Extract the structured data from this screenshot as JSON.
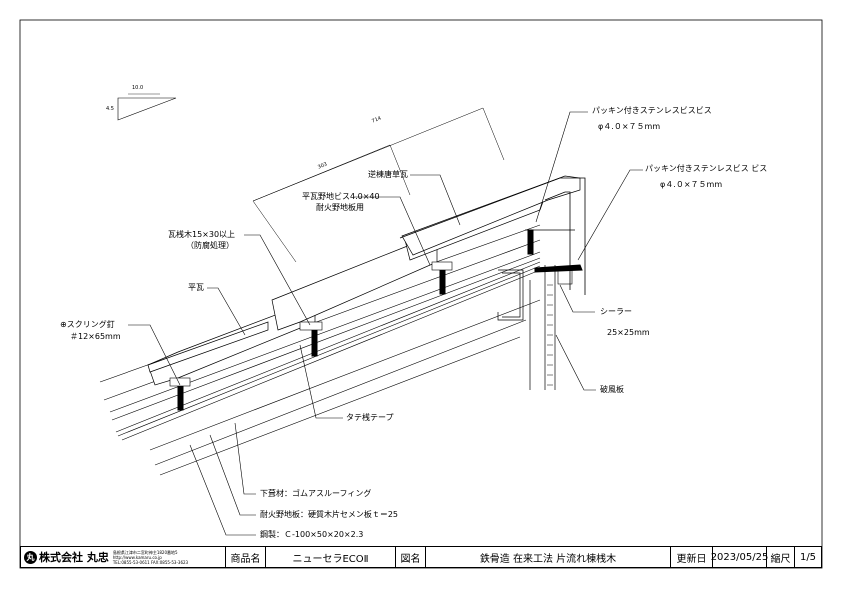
{
  "dimensions": {
    "slope_top": "10.0",
    "slope_side": "4.5",
    "dim_upper": "714",
    "dim_lower": "303"
  },
  "labels": {
    "screw_top1": "パッキン付きステンレスビスビス",
    "screw_top1_size": "φ４.０×７５mm",
    "screw_top2": "パッキン付きステンレスビス ビス",
    "screw_top2_size": "φ４.０×７５mm",
    "ridge_tile": "逆棟唐草瓦",
    "ridge_screw": "平瓦野地ビス4.0×40",
    "ridge_screw_sub": "耐火野地板用",
    "batten": "瓦桟木15×30以上",
    "batten_sub": "（防腐処理）",
    "flat_tile": "平瓦",
    "nail": "⊕スクリング釘",
    "nail_size": "＃12×65mm",
    "sealer": "シーラー",
    "sealer_size": "25×25mm",
    "fascia": "破風板",
    "tape": "タテ桟テープ",
    "underlay": "下葺材：ゴムアスルーフィング",
    "board": "耐火野地板：硬質木片セメン板ｔ＝25",
    "steel": "鋼製：Ｃ-100×50×20×2.3"
  },
  "titleblock": {
    "company": "株式会社 丸忠",
    "logo": "丸",
    "address1": "島根県江津市二宮町神主1820番地5",
    "address2": "http://www.kamaru.co.jp",
    "address3": "TEL:0855-53-0611 FAX:0855-53-3623",
    "product_label": "商品名",
    "product": "ニューセラECOⅡ",
    "drawing_label": "図名",
    "drawing": "鉄骨造 在来工法 片流れ棟桟木",
    "date_label": "更新日",
    "date": "2023/05/25",
    "scale_label": "縮尺",
    "scale": "1/5"
  }
}
